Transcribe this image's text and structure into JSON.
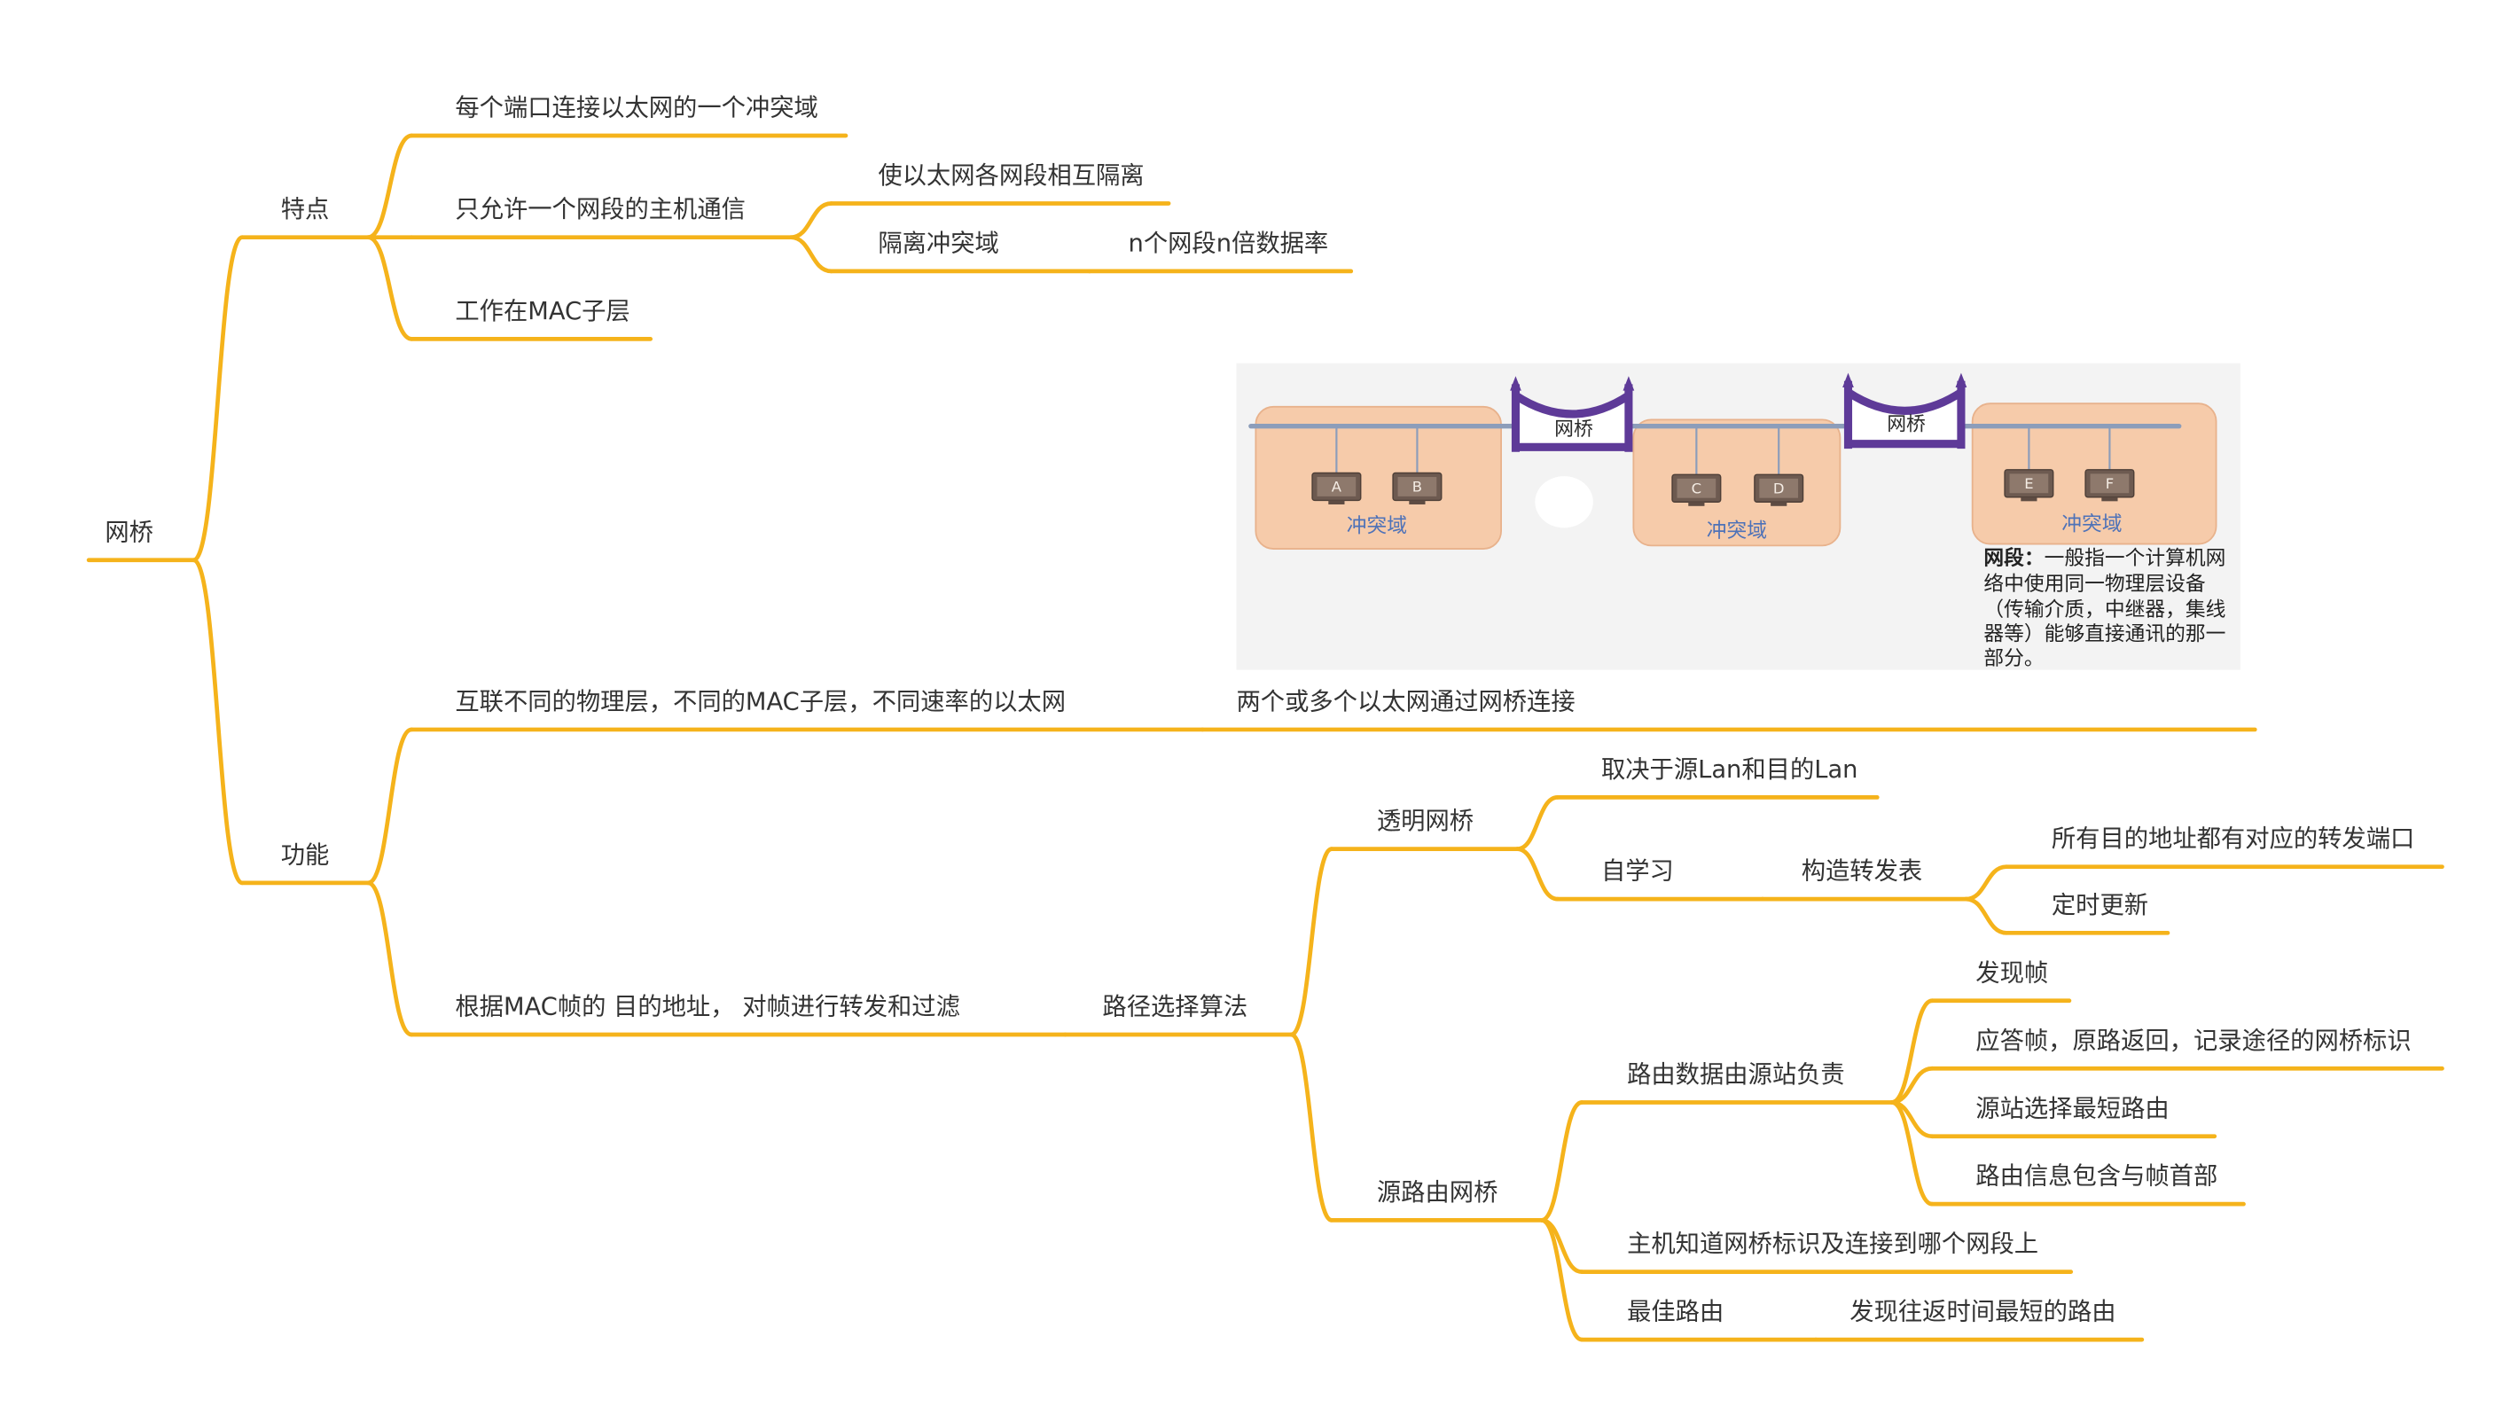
{
  "colors": {
    "branch_line": "#F5B31B",
    "topic_text": "#333333",
    "bridge": "#5E3A98",
    "collision_domain_fill": "#F6CBAA",
    "bus_line": "#8C9DBA",
    "collision_domain_label": "#4E72B8",
    "image_background": "#F3F3F3",
    "host_computer": "#6D5A50"
  },
  "mindmap": {
    "label": "网桥",
    "children": [
      {
        "label": "特点",
        "children": [
          {
            "label": "每个端口连接以太网的一个冲突域"
          },
          {
            "label": "只允许一个网段的主机通信",
            "children": [
              {
                "label": "使以太网各网段相互隔离"
              },
              {
                "label": "隔离冲突域",
                "children": [
                  {
                    "label": "n个网段n倍数据率"
                  }
                ]
              }
            ]
          },
          {
            "label": "工作在MAC子层"
          }
        ]
      },
      {
        "label": "功能",
        "children": [
          {
            "label": "互联不同的物理层，不同的MAC子层，不同速率的以太网",
            "children": [
              {
                "label": "两个或多个以太网通过网桥连接",
                "image": {
                  "bridges": [
                    {
                      "label": "网桥"
                    },
                    {
                      "label": "网桥"
                    }
                  ],
                  "collision_domains": [
                    {
                      "label": "冲突域",
                      "hosts": [
                        "A",
                        "B"
                      ]
                    },
                    {
                      "label": "冲突域",
                      "hosts": [
                        "C",
                        "D"
                      ]
                    },
                    {
                      "label": "冲突域",
                      "hosts": [
                        "E",
                        "F"
                      ]
                    }
                  ],
                  "note": {
                    "term": "网段：",
                    "lines": [
                      "一般指一个计算机网",
                      "络中使用同一物理层设备",
                      "（传输介质，中继器，集线",
                      "器等）能够直接通讯的那一",
                      "部分。"
                    ]
                  }
                }
              }
            ]
          },
          {
            "label": "根据MAC帧的 目的地址， 对帧进行转发和过滤",
            "children": [
              {
                "label": "路径选择算法",
                "children": [
                  {
                    "label": "透明网桥",
                    "children": [
                      {
                        "label": "取决于源Lan和目的Lan"
                      },
                      {
                        "label": "自学习",
                        "children": [
                          {
                            "label": "构造转发表",
                            "children": [
                              {
                                "label": "所有目的地址都有对应的转发端口"
                              },
                              {
                                "label": "定时更新"
                              }
                            ]
                          }
                        ]
                      }
                    ]
                  },
                  {
                    "label": "源路由网桥",
                    "children": [
                      {
                        "label": "路由数据由源站负责",
                        "children": [
                          {
                            "label": "发现帧"
                          },
                          {
                            "label": "应答帧，原路返回，记录途径的网桥标识"
                          },
                          {
                            "label": "源站选择最短路由"
                          },
                          {
                            "label": "路由信息包含与帧首部"
                          }
                        ]
                      },
                      {
                        "label": "主机知道网桥标识及连接到哪个网段上"
                      },
                      {
                        "label": "最佳路由",
                        "children": [
                          {
                            "label": "发现往返时间最短的路由"
                          }
                        ]
                      }
                    ]
                  }
                ]
              }
            ]
          }
        ]
      }
    ]
  }
}
